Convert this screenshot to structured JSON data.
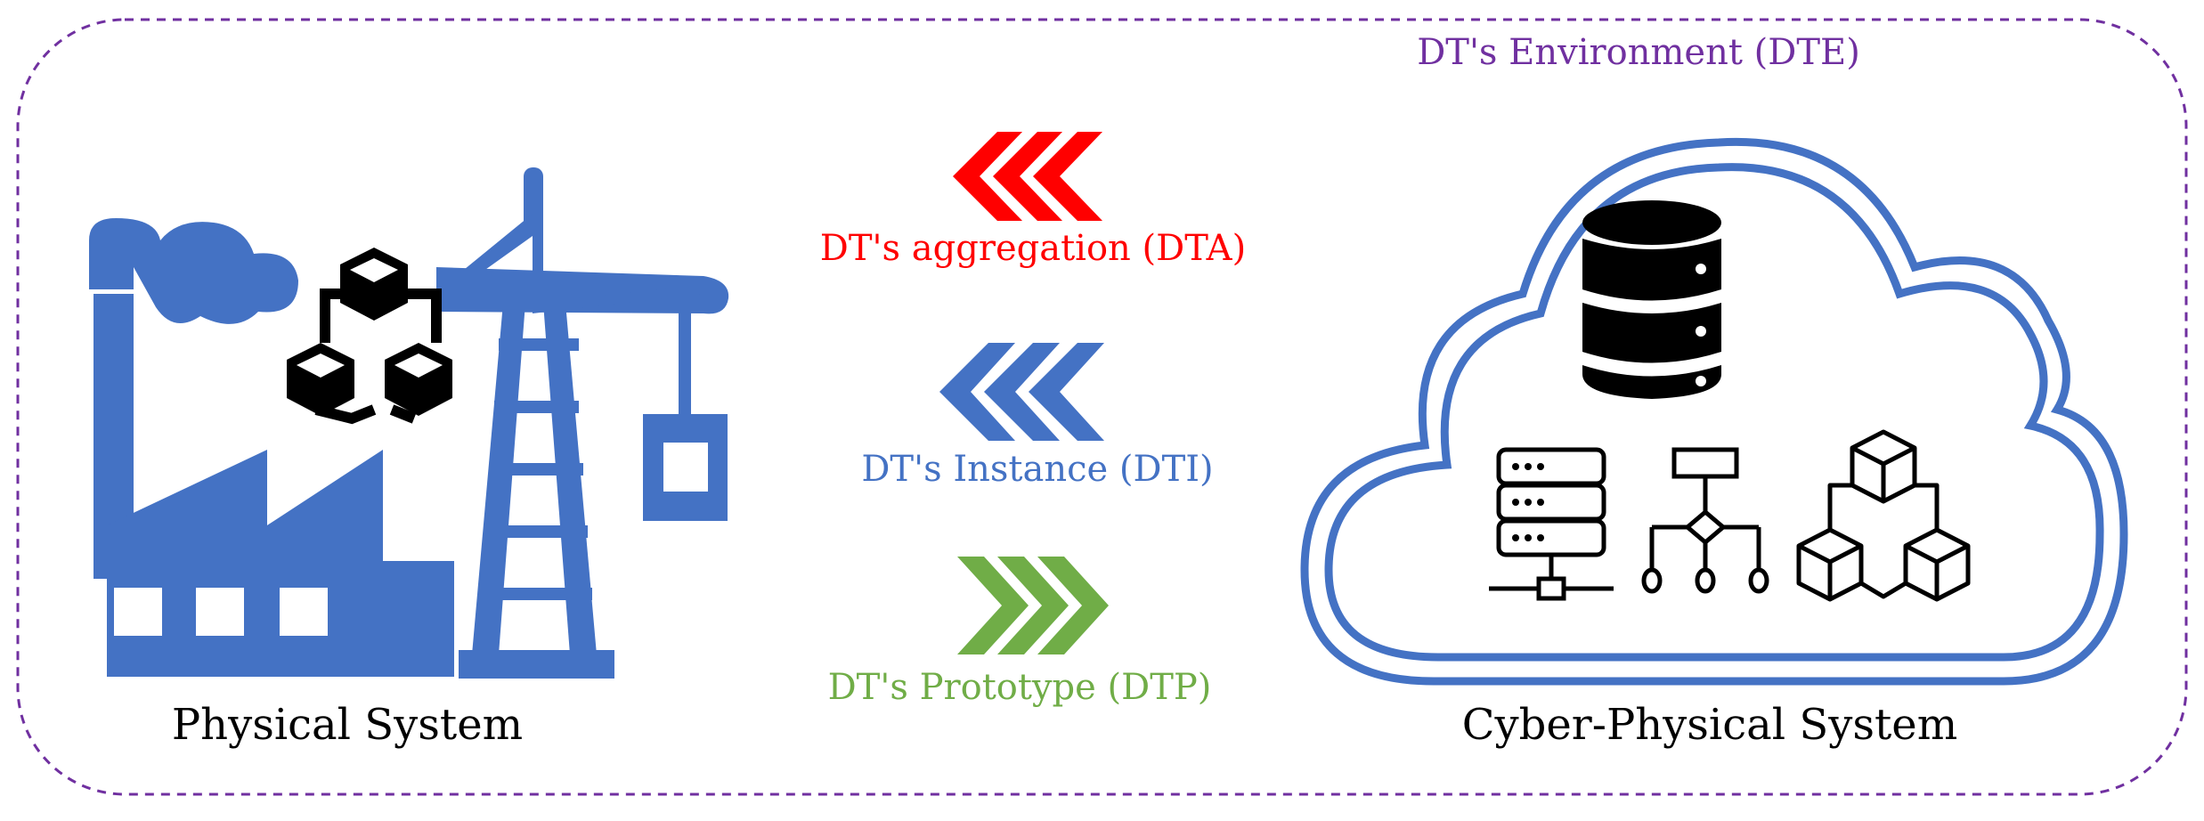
{
  "environment": {
    "label": "DT's Environment (DTE)",
    "color": "#7030a0"
  },
  "physical": {
    "label": "Physical System",
    "color": "#4472c4"
  },
  "cyber": {
    "label": "Cyber-Physical System",
    "color": "#4472c4"
  },
  "flows": [
    {
      "label": "DT's aggregation (DTA)",
      "color": "#ff0000",
      "direction": "left"
    },
    {
      "label": "DT's Instance (DTI)",
      "color": "#4472c4",
      "direction": "left"
    },
    {
      "label": "DT's Prototype (DTP)",
      "color": "#70ad47",
      "direction": "right"
    }
  ],
  "icons": [
    "factory-icon",
    "crane-icon",
    "blocks-network-icon",
    "database-icon",
    "server-rack-icon",
    "flowchart-icon",
    "cubes-icon",
    "cloud-icon"
  ]
}
